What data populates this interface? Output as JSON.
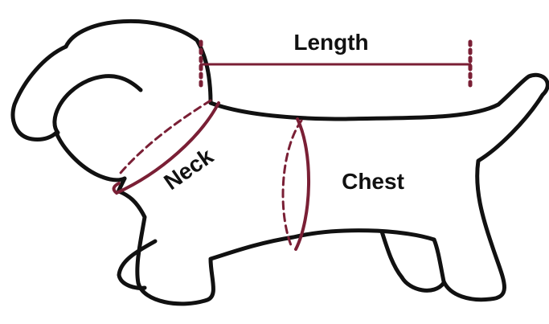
{
  "labels": {
    "length": "Length",
    "neck": "Neck",
    "chest": "Chest"
  },
  "colors": {
    "outline": "#111111",
    "measure": "#7a1f35",
    "background": "#ffffff"
  }
}
